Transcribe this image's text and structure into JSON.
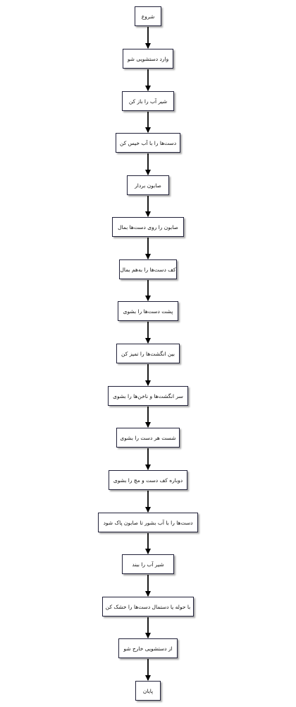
{
  "diagram": {
    "type": "flowchart",
    "direction": "top-to-bottom",
    "colors": {
      "border": "#22223a",
      "arrow": "#000000",
      "fill": "#ffffff"
    },
    "steps": [
      "شروع",
      "وارد دستشویی شو",
      "شیر آب را باز کن",
      "دست‌ها را با آب خیس کن",
      "صابون بردار",
      "صابون را روی دست‌ها بمال",
      "کف دست‌ها را به‌هم بمال",
      "پشت دست‌ها را بشوی",
      "بین انگشت‌ها را تمیز کن",
      "سر انگشت‌ها و ناخن‌ها را بشوی",
      "شست هر دست را بشوی",
      "دوباره کف دست و مچ را بشوی",
      "دست‌ها را با آب بشور تا صابون پاک شود",
      "شیر آب را ببند",
      "با حوله یا دستمال دست‌ها را خشک کن",
      "از دستشویی خارج شو",
      "پایان"
    ]
  }
}
